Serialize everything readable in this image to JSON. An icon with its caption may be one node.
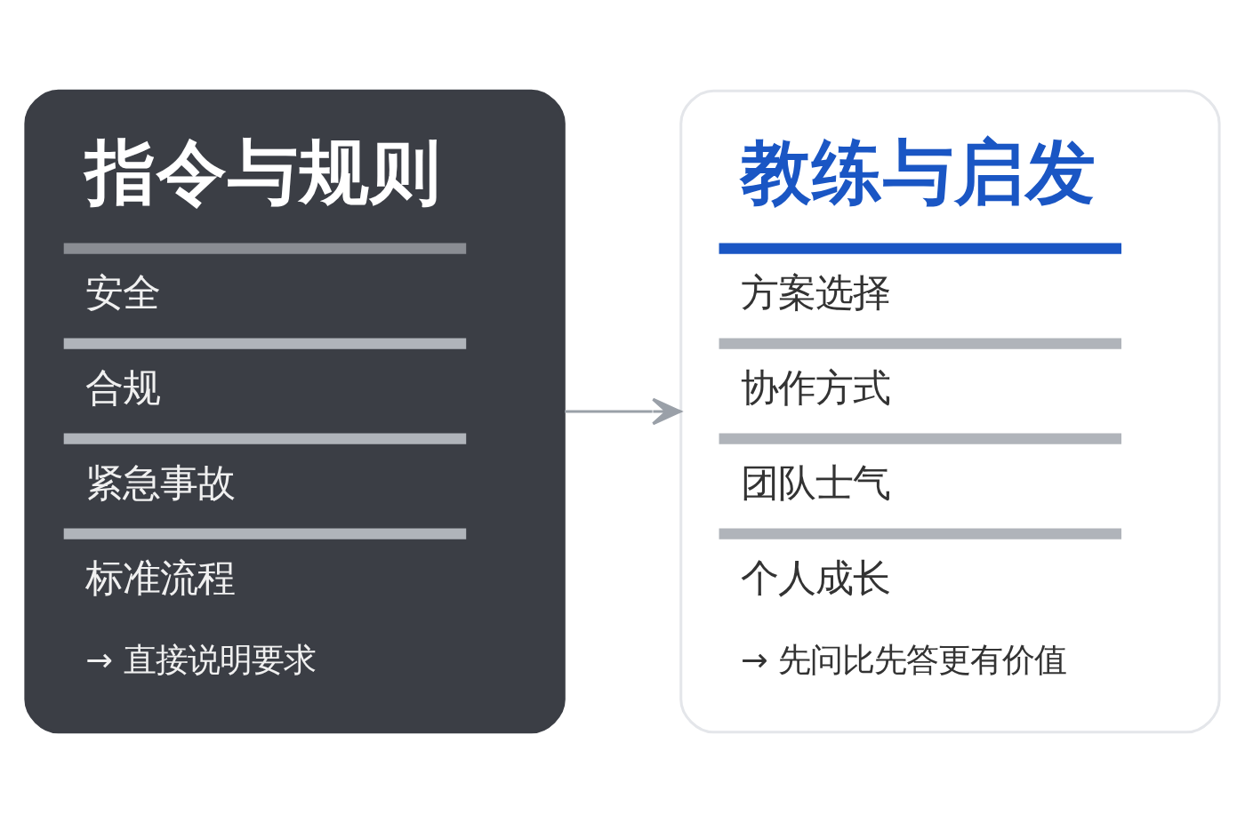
{
  "diagram": {
    "nodes": [
      {
        "text": [
          "指令与规则",
          "安全",
          "合规",
          "紧急事故",
          "标准流程",
          "→ 直接说明要求"
        ]
      },
      {
        "text": [
          "教练与启发",
          "方案选择",
          "协作方式",
          "团队士气",
          "个人成长",
          "→ 先问比先答更有价值"
        ]
      }
    ],
    "edges": [
      {
        "from": 0,
        "to": 1,
        "arrow": "to",
        "color": "#9aa0a8"
      }
    ]
  }
}
